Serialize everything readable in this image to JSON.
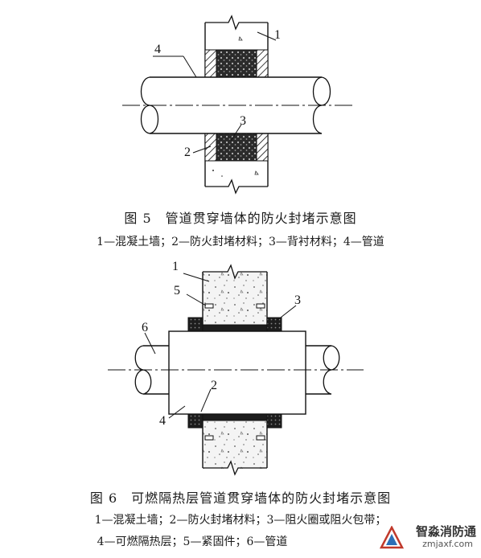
{
  "figure5": {
    "title": "图 5　管道贯穿墙体的防火封堵示意图",
    "legend": "1—混凝土墙；2—防火封堵材料；3—背衬材料；4—管道",
    "labels": [
      "1",
      "2",
      "3",
      "4"
    ]
  },
  "figure6": {
    "title": "图 6　可燃隔热层管道贯穿墙体的防火封堵示意图",
    "legend_line1": "1—混凝土墙；2—防火封堵材料；3—阻火圈或阻火包带；",
    "legend_line2": "4—可燃隔热层；5—紧固件；6—管道",
    "labels": [
      "1",
      "2",
      "3",
      "4",
      "5",
      "6"
    ]
  },
  "watermark": {
    "name": "智淼消防通",
    "url": "zmjaxf.com"
  },
  "colors": {
    "line": "#111111",
    "concrete_fill": "#f2f2f2",
    "seal_fill": "#2a2a2a"
  }
}
